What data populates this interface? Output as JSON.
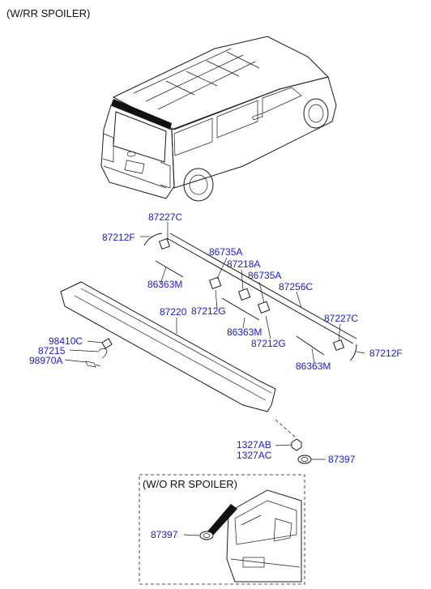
{
  "headings": {
    "with_spoiler": "(W/RR SPOILER)",
    "without_spoiler": "(W/O RR SPOILER)"
  },
  "labels": {
    "p87227C_top": "87227C",
    "p87212F_left": "87212F",
    "p86363M_left": "86363M",
    "p86735A_1": "86735A",
    "p87218A": "87218A",
    "p86735A_2": "86735A",
    "p87256C": "87256C",
    "p87220": "87220",
    "p87212G_1": "87212G",
    "p86363M_mid": "86363M",
    "p87212G_2": "87212G",
    "p87227C_right": "87227C",
    "p87212F_right": "87212F",
    "p86363M_right": "86363M",
    "p98410C": "98410C",
    "p87215": "87215",
    "p98970A": "98970A",
    "p1327AB": "1327AB",
    "p1327AC": "1327AC",
    "p87397_top": "87397",
    "p87397_bottom": "87397"
  }
}
